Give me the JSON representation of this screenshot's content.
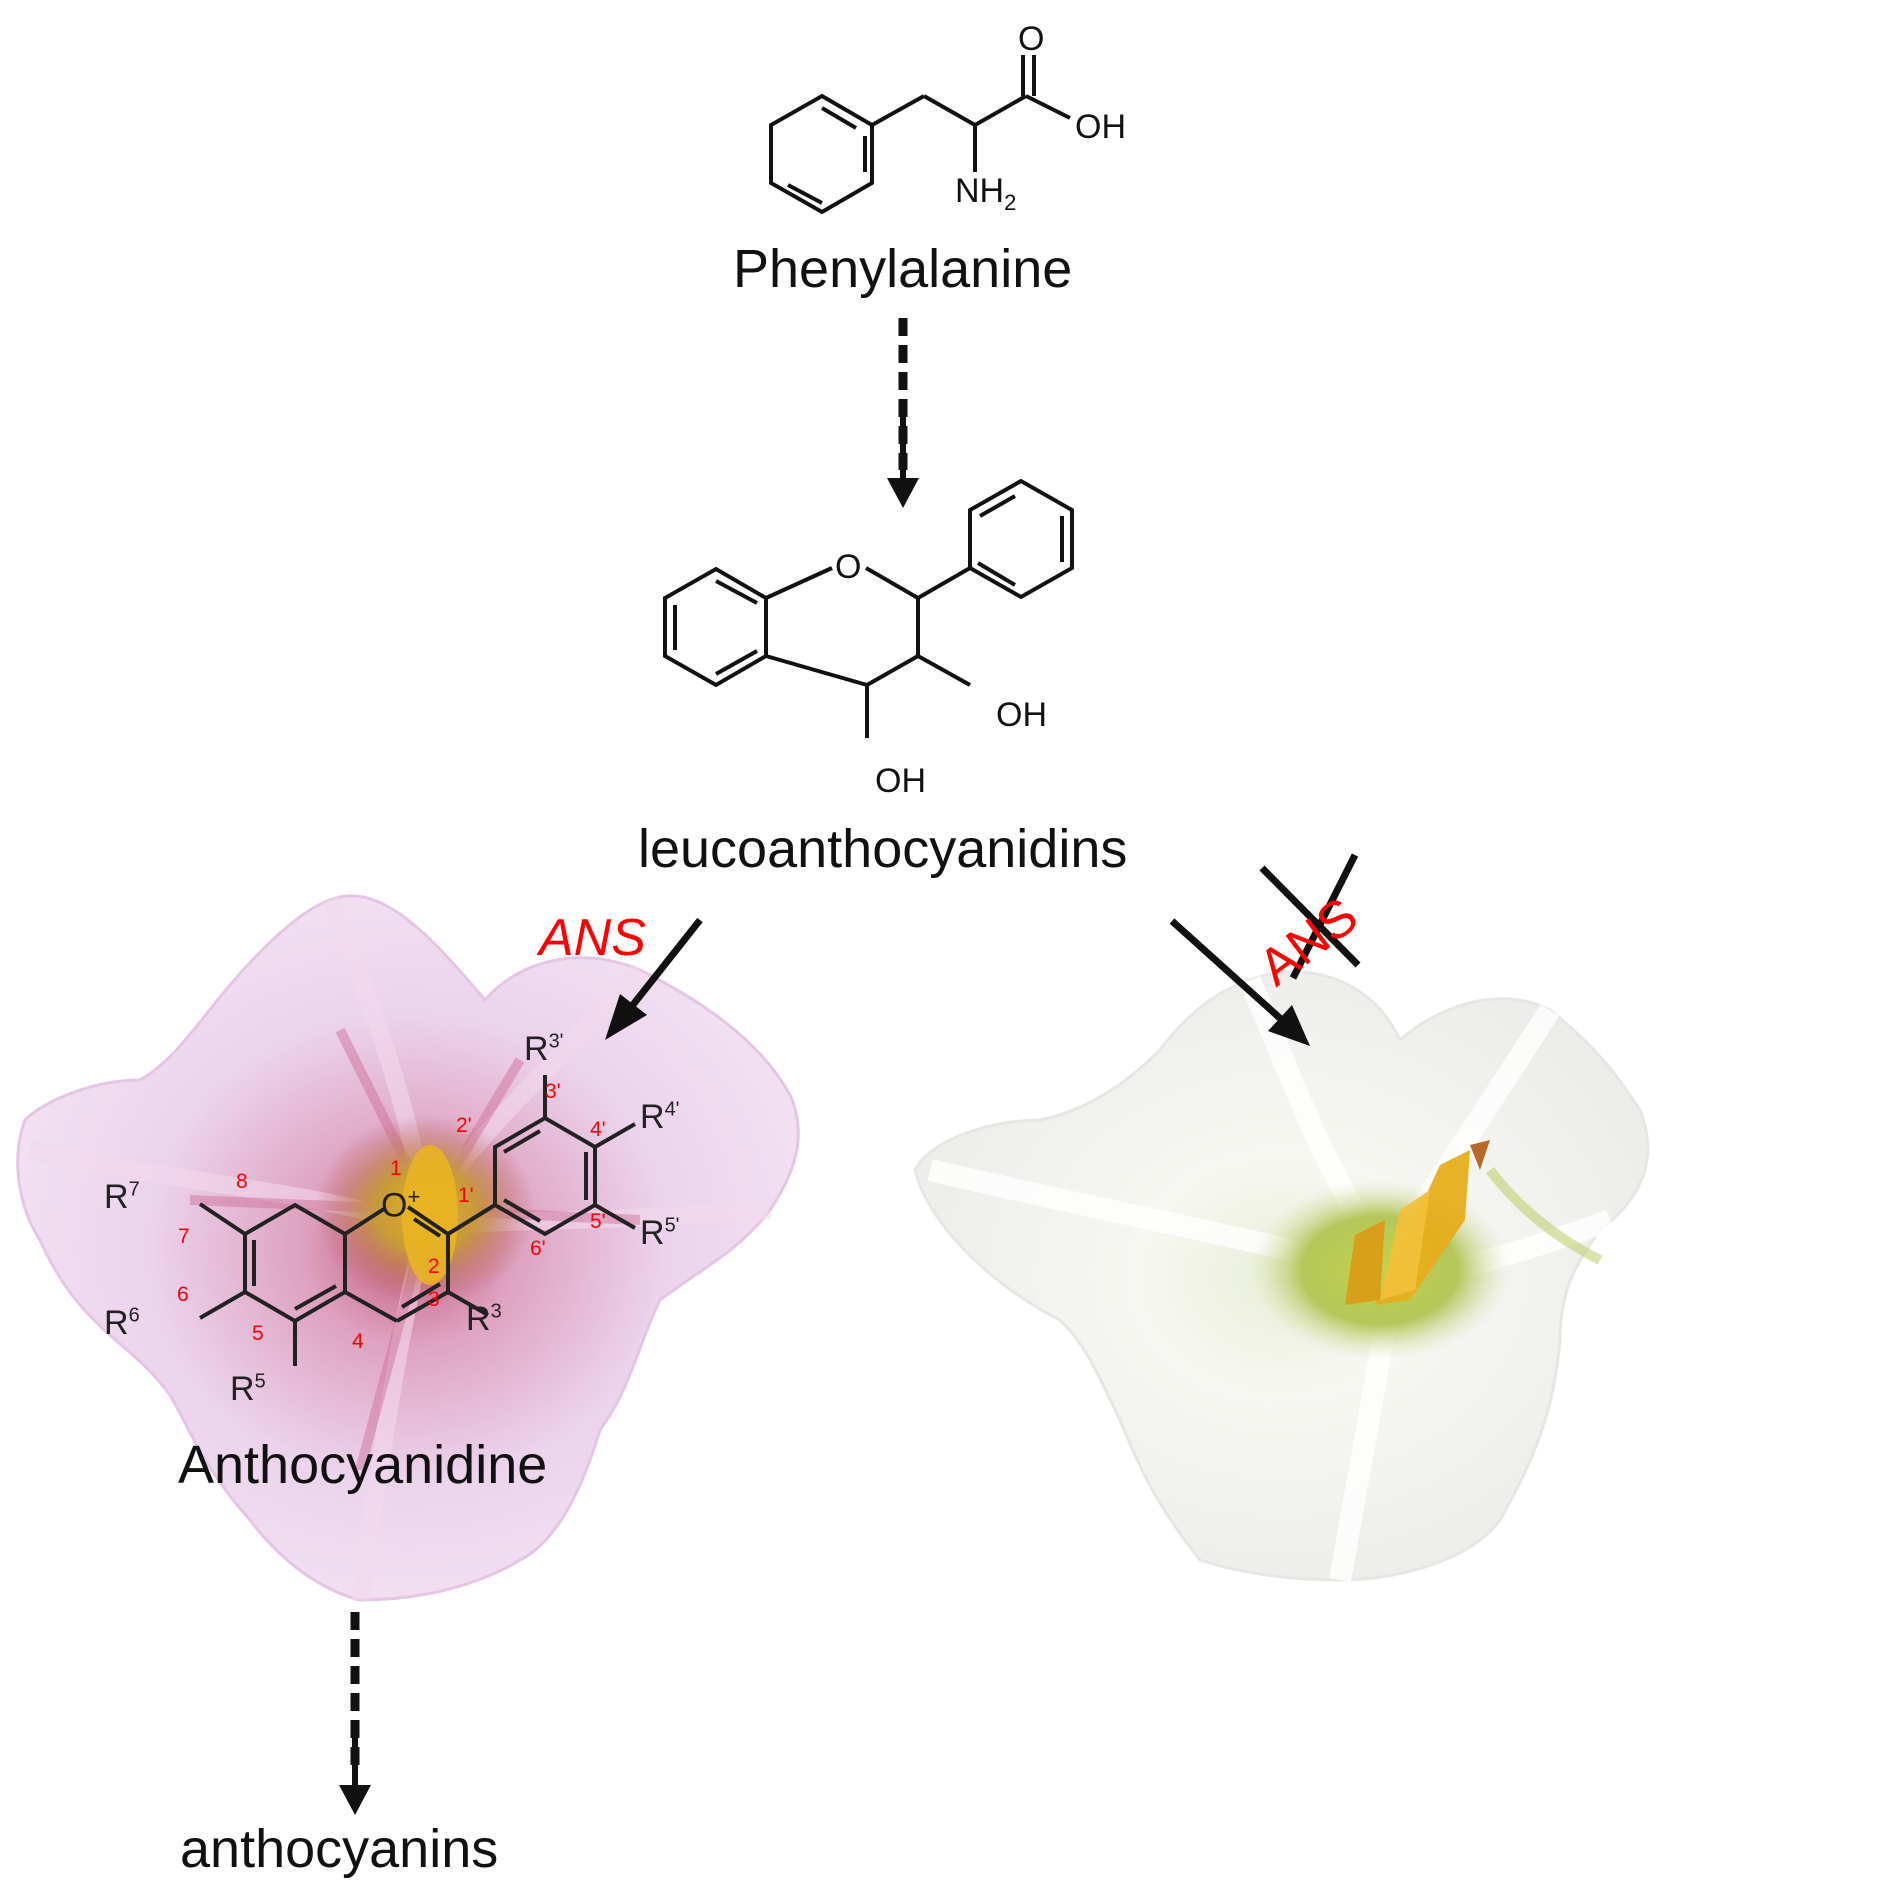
{
  "phenylalanine": {
    "name": "Phenylalanine",
    "o": "O",
    "oh": "OH",
    "nh2": "NH",
    "nh2_sub": "2"
  },
  "leuco": {
    "name": "leucoanthocyanidins",
    "ring_o": "O",
    "oh3": "OH",
    "oh4": "OH"
  },
  "enzyme": {
    "active": "ANS",
    "blocked": "ANS"
  },
  "anthocyanidine": {
    "name": "Anthocyanidine",
    "ring_o": "O",
    "charge": "+",
    "positions": {
      "p1": "1",
      "p2": "2",
      "p3": "3",
      "p4": "4",
      "p5": "5",
      "p6": "6",
      "p7": "7",
      "p8": "8",
      "p1p": "1'",
      "p2p": "2'",
      "p3p": "3'",
      "p4p": "4'",
      "p5p": "5'",
      "p6p": "6'"
    },
    "substituents": {
      "r3": "3",
      "r5": "5",
      "r6": "6",
      "r7": "7",
      "r3p": "3'",
      "r4p": "4'",
      "r5p": "5'",
      "r_letter": "R"
    }
  },
  "product": {
    "name": "anthocyanins"
  },
  "colors": {
    "enzyme": "#ff0000",
    "position_numbers": "#ff0000",
    "pink_petal": "#e9cbe8",
    "white_petal": "#f4f4f2",
    "stamen_yellow": "#e8b21c",
    "flower_center_green": "#b7c94c"
  }
}
